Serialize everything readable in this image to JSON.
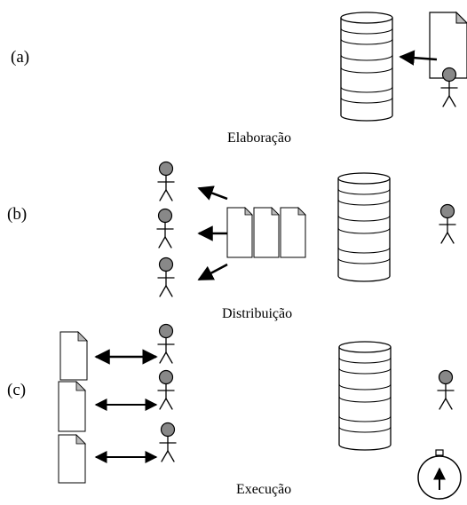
{
  "panels": [
    {
      "tag": "(a)",
      "caption": "Elaboração"
    },
    {
      "tag": "(b)",
      "caption": "Distribuição"
    },
    {
      "tag": "(c)",
      "caption": "Execução"
    }
  ],
  "icons": {
    "database": "database-cylinder-icon",
    "person": "person-stick-figure-icon",
    "document": "document-icon",
    "stopwatch": "stopwatch-icon"
  },
  "colors": {
    "stroke": "#000000",
    "head_fill": "#888888",
    "paper": "#ffffff",
    "fold": "#bbbbbb"
  }
}
